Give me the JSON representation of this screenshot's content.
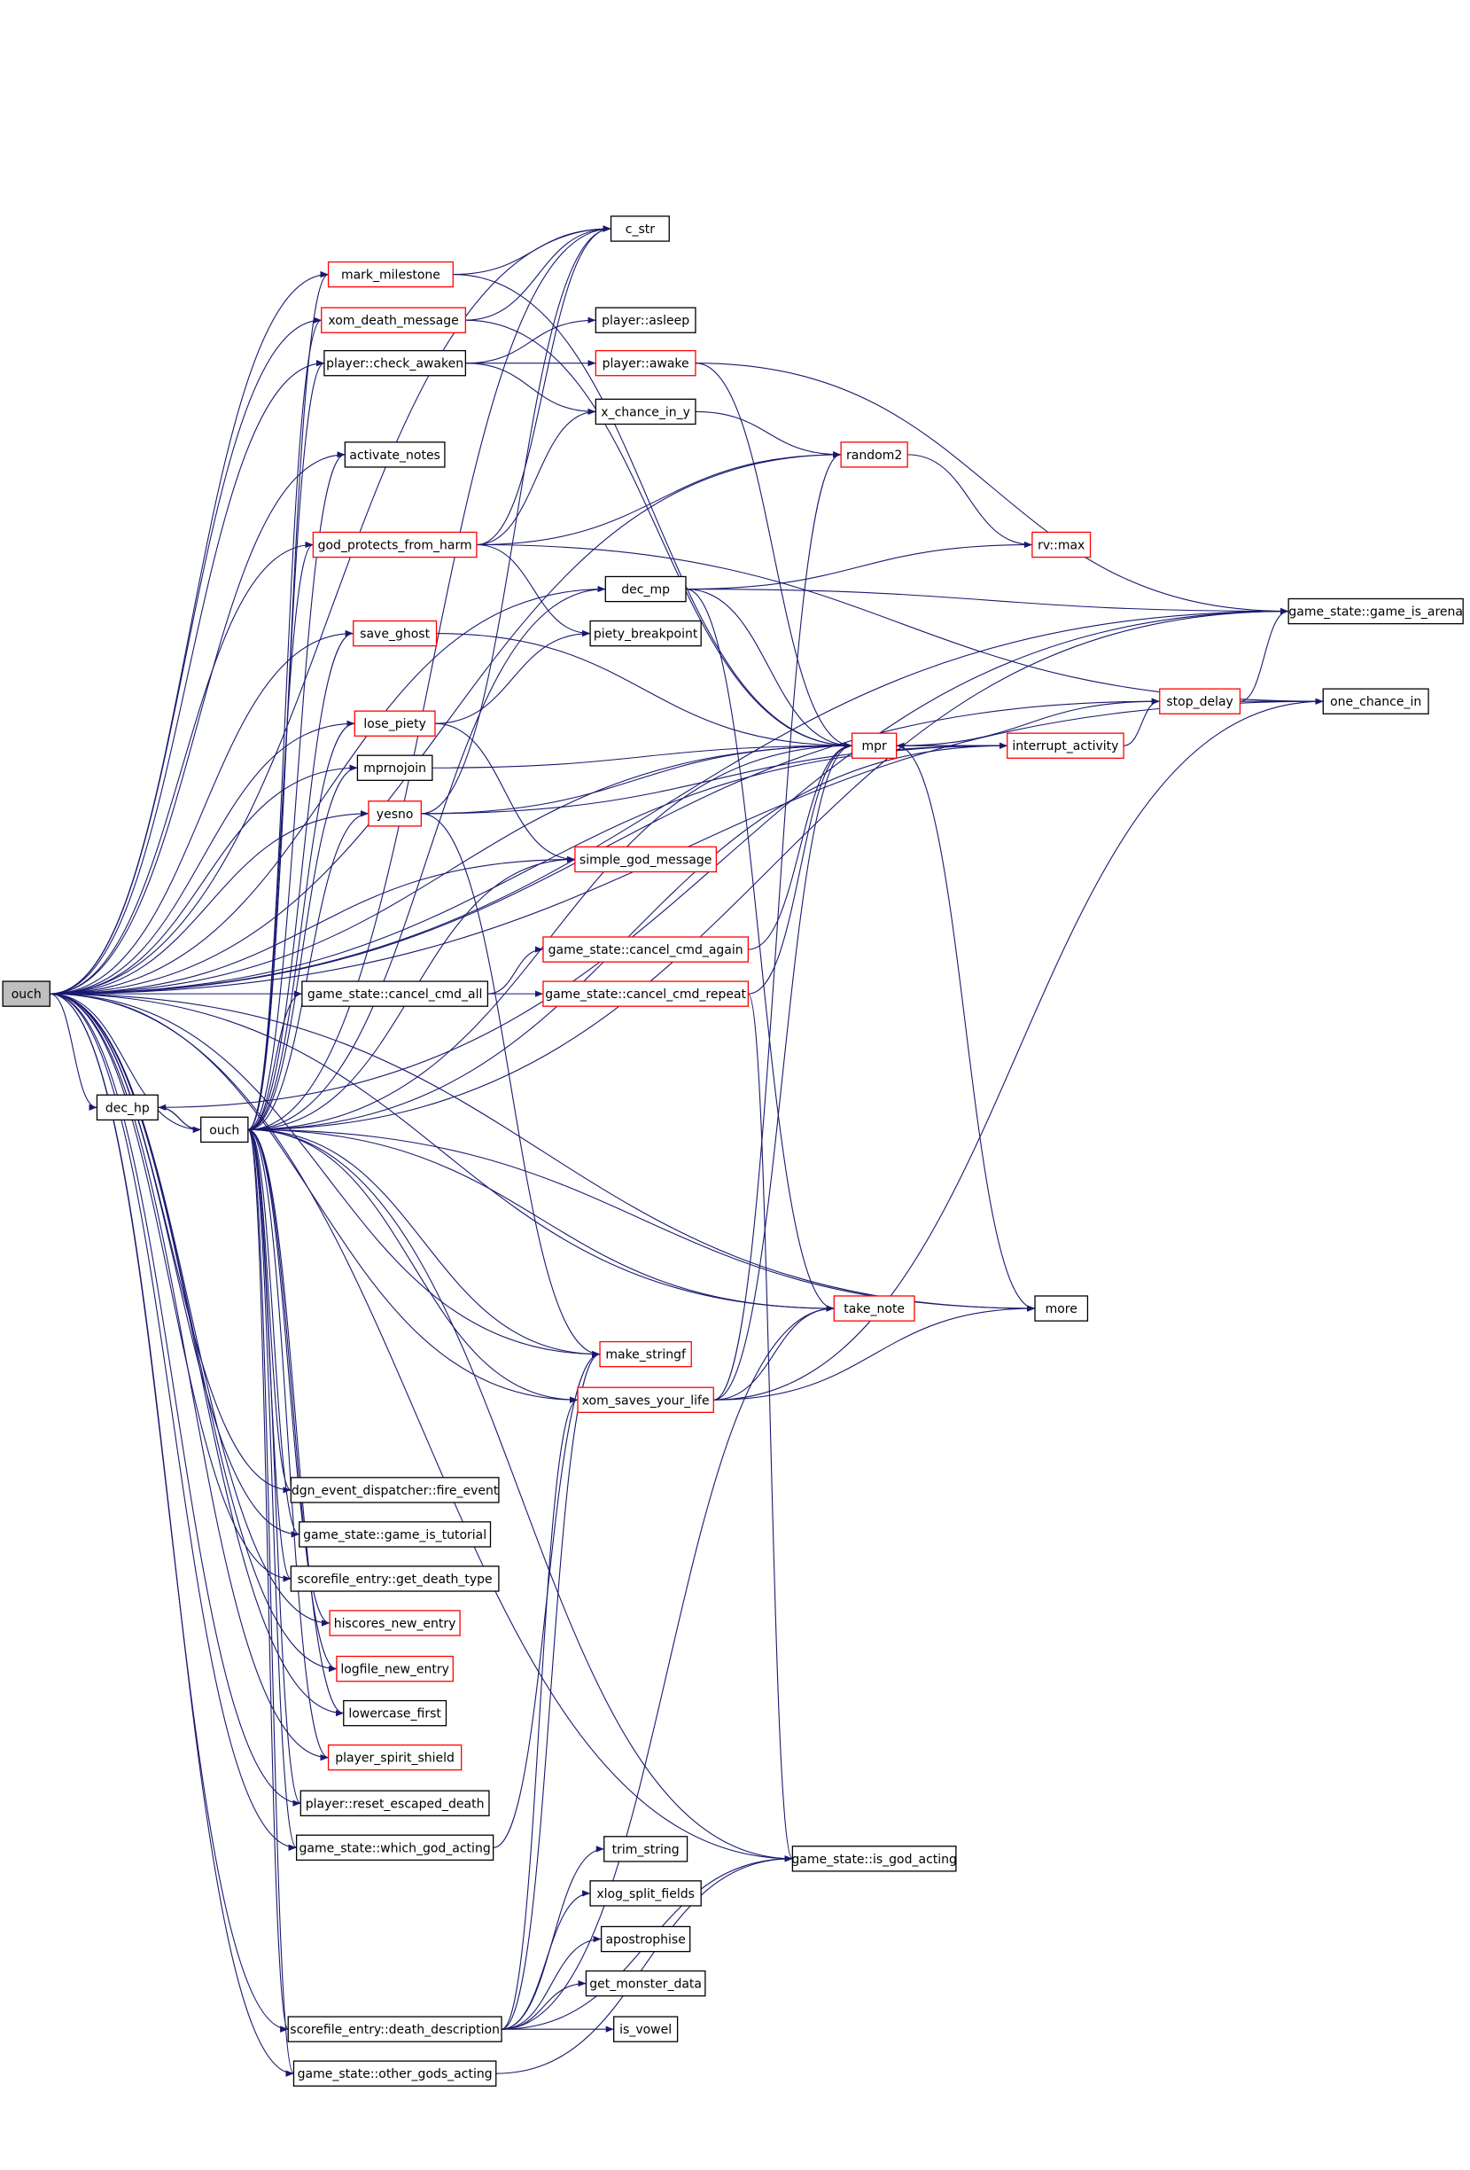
{
  "colors": {
    "edge": "#191970",
    "box_default": "#000000",
    "box_red": "#ff0000",
    "box_root_fill": "#bfbfbf",
    "text": "#000000"
  },
  "nodes": [
    {
      "id": "root",
      "label": "ouch",
      "style": "root"
    },
    {
      "id": "c_str",
      "label": "c_str",
      "style": "black"
    },
    {
      "id": "mark_milestone",
      "label": "mark_milestone",
      "style": "red"
    },
    {
      "id": "xom_death_message",
      "label": "xom_death_message",
      "style": "red"
    },
    {
      "id": "player_asleep",
      "label": "player::asleep",
      "style": "black"
    },
    {
      "id": "check_awaken",
      "label": "player::check_awaken",
      "style": "black"
    },
    {
      "id": "player_awake",
      "label": "player::awake",
      "style": "red"
    },
    {
      "id": "x_chance_in_y",
      "label": "x_chance_in_y",
      "style": "black"
    },
    {
      "id": "activate_notes",
      "label": "activate_notes",
      "style": "black"
    },
    {
      "id": "random2",
      "label": "random2",
      "style": "red"
    },
    {
      "id": "god_protects",
      "label": "god_protects_from_harm",
      "style": "red"
    },
    {
      "id": "rv_max",
      "label": "rv::max",
      "style": "red"
    },
    {
      "id": "dec_mp",
      "label": "dec_mp",
      "style": "black"
    },
    {
      "id": "game_is_arena",
      "label": "game_state::game_is_arena",
      "style": "black"
    },
    {
      "id": "save_ghost",
      "label": "save_ghost",
      "style": "red"
    },
    {
      "id": "piety_breakpoint",
      "label": "piety_breakpoint",
      "style": "black"
    },
    {
      "id": "stop_delay",
      "label": "stop_delay",
      "style": "red"
    },
    {
      "id": "one_chance_in",
      "label": "one_chance_in",
      "style": "black"
    },
    {
      "id": "lose_piety",
      "label": "lose_piety",
      "style": "red"
    },
    {
      "id": "mpr",
      "label": "mpr",
      "style": "red"
    },
    {
      "id": "interrupt_activity",
      "label": "interrupt_activity",
      "style": "red"
    },
    {
      "id": "mprnojoin",
      "label": "mprnojoin",
      "style": "black"
    },
    {
      "id": "yesno",
      "label": "yesno",
      "style": "red"
    },
    {
      "id": "simple_god_message",
      "label": "simple_god_message",
      "style": "red"
    },
    {
      "id": "cancel_cmd_again",
      "label": "game_state::cancel_cmd_again",
      "style": "red"
    },
    {
      "id": "cancel_cmd_all",
      "label": "game_state::cancel_cmd_all",
      "style": "black"
    },
    {
      "id": "cancel_cmd_repeat",
      "label": "game_state::cancel_cmd_repeat",
      "style": "red"
    },
    {
      "id": "dec_hp",
      "label": "dec_hp",
      "style": "black"
    },
    {
      "id": "ouch2",
      "label": "ouch",
      "style": "black"
    },
    {
      "id": "take_note",
      "label": "take_note",
      "style": "red"
    },
    {
      "id": "more",
      "label": "more",
      "style": "black"
    },
    {
      "id": "make_stringf",
      "label": "make_stringf",
      "style": "red"
    },
    {
      "id": "xom_saves",
      "label": "xom_saves_your_life",
      "style": "red"
    },
    {
      "id": "fire_event",
      "label": "dgn_event_dispatcher::fire_event",
      "style": "black"
    },
    {
      "id": "game_is_tutorial",
      "label": "game_state::game_is_tutorial",
      "style": "black"
    },
    {
      "id": "get_death_type",
      "label": "scorefile_entry::get_death_type",
      "style": "black"
    },
    {
      "id": "hiscores_new_entry",
      "label": "hiscores_new_entry",
      "style": "red"
    },
    {
      "id": "logfile_new_entry",
      "label": "logfile_new_entry",
      "style": "red"
    },
    {
      "id": "lowercase_first",
      "label": "lowercase_first",
      "style": "black"
    },
    {
      "id": "player_spirit_shield",
      "label": "player_spirit_shield",
      "style": "red"
    },
    {
      "id": "reset_escaped_death",
      "label": "player::reset_escaped_death",
      "style": "black"
    },
    {
      "id": "which_god_acting",
      "label": "game_state::which_god_acting",
      "style": "black"
    },
    {
      "id": "trim_string",
      "label": "trim_string",
      "style": "black"
    },
    {
      "id": "is_god_acting",
      "label": "game_state::is_god_acting",
      "style": "black"
    },
    {
      "id": "xlog_split_fields",
      "label": "xlog_split_fields",
      "style": "black"
    },
    {
      "id": "apostrophise",
      "label": "apostrophise",
      "style": "black"
    },
    {
      "id": "get_monster_data",
      "label": "get_monster_data",
      "style": "black"
    },
    {
      "id": "death_description",
      "label": "scorefile_entry::death_description",
      "style": "black"
    },
    {
      "id": "is_vowel",
      "label": "is_vowel",
      "style": "black"
    },
    {
      "id": "other_gods_acting",
      "label": "game_state::other_gods_acting",
      "style": "black"
    }
  ],
  "edges": [
    [
      "root",
      "c_str"
    ],
    [
      "root",
      "mark_milestone"
    ],
    [
      "root",
      "xom_death_message"
    ],
    [
      "root",
      "check_awaken"
    ],
    [
      "root",
      "activate_notes"
    ],
    [
      "root",
      "random2"
    ],
    [
      "root",
      "god_protects"
    ],
    [
      "root",
      "dec_mp"
    ],
    [
      "root",
      "game_is_arena"
    ],
    [
      "root",
      "save_ghost"
    ],
    [
      "root",
      "stop_delay"
    ],
    [
      "root",
      "lose_piety"
    ],
    [
      "root",
      "mprnojoin"
    ],
    [
      "root",
      "yesno"
    ],
    [
      "root",
      "simple_god_message"
    ],
    [
      "root",
      "cancel_cmd_all"
    ],
    [
      "root",
      "interrupt_activity"
    ],
    [
      "root",
      "mpr"
    ],
    [
      "root",
      "dec_hp"
    ],
    [
      "root",
      "ouch2"
    ],
    [
      "root",
      "make_stringf"
    ],
    [
      "root",
      "fire_event"
    ],
    [
      "root",
      "game_is_tutorial"
    ],
    [
      "root",
      "get_death_type"
    ],
    [
      "root",
      "hiscores_new_entry"
    ],
    [
      "root",
      "logfile_new_entry"
    ],
    [
      "root",
      "lowercase_first"
    ],
    [
      "root",
      "player_spirit_shield"
    ],
    [
      "root",
      "reset_escaped_death"
    ],
    [
      "root",
      "which_god_acting"
    ],
    [
      "root",
      "death_description"
    ],
    [
      "root",
      "other_gods_acting"
    ],
    [
      "root",
      "is_god_acting"
    ],
    [
      "root",
      "one_chance_in"
    ],
    [
      "root",
      "more"
    ],
    [
      "root",
      "xom_saves"
    ],
    [
      "root",
      "take_note"
    ],
    [
      "mark_milestone",
      "c_str"
    ],
    [
      "mark_milestone",
      "mpr"
    ],
    [
      "xom_death_message",
      "c_str"
    ],
    [
      "xom_death_message",
      "mpr"
    ],
    [
      "check_awaken",
      "player_asleep"
    ],
    [
      "check_awaken",
      "player_awake"
    ],
    [
      "check_awaken",
      "x_chance_in_y"
    ],
    [
      "player_awake",
      "game_is_arena"
    ],
    [
      "player_awake",
      "mpr"
    ],
    [
      "x_chance_in_y",
      "random2"
    ],
    [
      "random2",
      "rv_max"
    ],
    [
      "god_protects",
      "c_str"
    ],
    [
      "god_protects",
      "x_chance_in_y"
    ],
    [
      "god_protects",
      "random2"
    ],
    [
      "god_protects",
      "one_chance_in"
    ],
    [
      "god_protects",
      "piety_breakpoint"
    ],
    [
      "dec_mp",
      "rv_max"
    ],
    [
      "dec_mp",
      "game_is_arena"
    ],
    [
      "dec_mp",
      "mpr"
    ],
    [
      "dec_mp",
      "take_note"
    ],
    [
      "save_ghost",
      "mpr"
    ],
    [
      "lose_piety",
      "piety_breakpoint"
    ],
    [
      "lose_piety",
      "simple_god_message"
    ],
    [
      "mprnojoin",
      "mpr"
    ],
    [
      "yesno",
      "c_str"
    ],
    [
      "yesno",
      "mpr"
    ],
    [
      "yesno",
      "interrupt_activity"
    ],
    [
      "yesno",
      "make_stringf"
    ],
    [
      "stop_delay",
      "game_is_arena"
    ],
    [
      "stop_delay",
      "one_chance_in"
    ],
    [
      "stop_delay",
      "mpr"
    ],
    [
      "interrupt_activity",
      "stop_delay"
    ],
    [
      "interrupt_activity",
      "mpr"
    ],
    [
      "mpr",
      "interrupt_activity"
    ],
    [
      "mpr",
      "more"
    ],
    [
      "cancel_cmd_all",
      "cancel_cmd_again"
    ],
    [
      "cancel_cmd_all",
      "cancel_cmd_repeat"
    ],
    [
      "cancel_cmd_again",
      "mpr"
    ],
    [
      "cancel_cmd_repeat",
      "mpr"
    ],
    [
      "cancel_cmd_repeat",
      "is_god_acting"
    ],
    [
      "dec_hp",
      "ouch2"
    ],
    [
      "dec_hp",
      "game_is_arena"
    ],
    [
      "ouch2",
      "dec_hp"
    ],
    [
      "ouch2",
      "c_str"
    ],
    [
      "ouch2",
      "mark_milestone"
    ],
    [
      "ouch2",
      "xom_death_message"
    ],
    [
      "ouch2",
      "check_awaken"
    ],
    [
      "ouch2",
      "activate_notes"
    ],
    [
      "ouch2",
      "god_protects"
    ],
    [
      "ouch2",
      "dec_mp"
    ],
    [
      "ouch2",
      "save_ghost"
    ],
    [
      "ouch2",
      "lose_piety"
    ],
    [
      "ouch2",
      "mprnojoin"
    ],
    [
      "ouch2",
      "yesno"
    ],
    [
      "ouch2",
      "simple_god_message"
    ],
    [
      "ouch2",
      "cancel_cmd_all"
    ],
    [
      "ouch2",
      "mpr"
    ],
    [
      "ouch2",
      "interrupt_activity"
    ],
    [
      "ouch2",
      "game_is_arena"
    ],
    [
      "ouch2",
      "more"
    ],
    [
      "ouch2",
      "take_note"
    ],
    [
      "ouch2",
      "make_stringf"
    ],
    [
      "ouch2",
      "xom_saves"
    ],
    [
      "ouch2",
      "fire_event"
    ],
    [
      "ouch2",
      "game_is_tutorial"
    ],
    [
      "ouch2",
      "get_death_type"
    ],
    [
      "ouch2",
      "hiscores_new_entry"
    ],
    [
      "ouch2",
      "logfile_new_entry"
    ],
    [
      "ouch2",
      "lowercase_first"
    ],
    [
      "ouch2",
      "player_spirit_shield"
    ],
    [
      "ouch2",
      "reset_escaped_death"
    ],
    [
      "ouch2",
      "which_god_acting"
    ],
    [
      "ouch2",
      "death_description"
    ],
    [
      "ouch2",
      "other_gods_acting"
    ],
    [
      "ouch2",
      "is_god_acting"
    ],
    [
      "xom_saves",
      "take_note"
    ],
    [
      "xom_saves",
      "more"
    ],
    [
      "xom_saves",
      "random2"
    ],
    [
      "xom_saves",
      "mpr"
    ],
    [
      "xom_saves",
      "one_chance_in"
    ],
    [
      "death_description",
      "make_stringf"
    ],
    [
      "death_description",
      "xom_saves"
    ],
    [
      "death_description",
      "take_note"
    ],
    [
      "death_description",
      "trim_string"
    ],
    [
      "death_description",
      "xlog_split_fields"
    ],
    [
      "death_description",
      "apostrophise"
    ],
    [
      "death_description",
      "get_monster_data"
    ],
    [
      "death_description",
      "is_vowel"
    ],
    [
      "death_description",
      "is_god_acting"
    ],
    [
      "other_gods_acting",
      "is_god_acting"
    ],
    [
      "which_god_acting",
      "make_stringf"
    ]
  ]
}
